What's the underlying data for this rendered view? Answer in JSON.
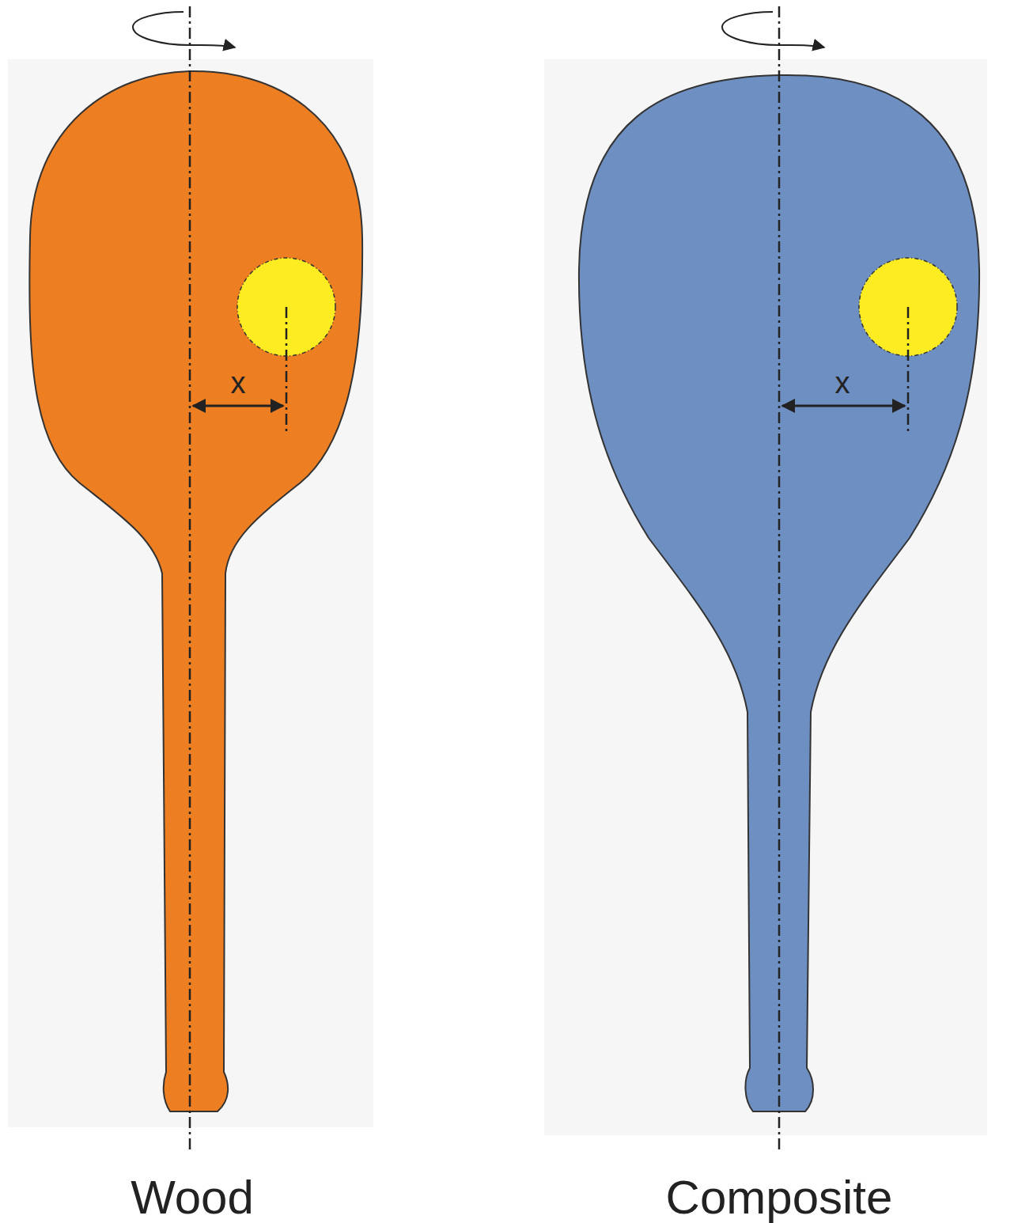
{
  "diagram": {
    "labels": [
      "x",
      "x",
      "Wood",
      "Composite"
    ]
  }
}
